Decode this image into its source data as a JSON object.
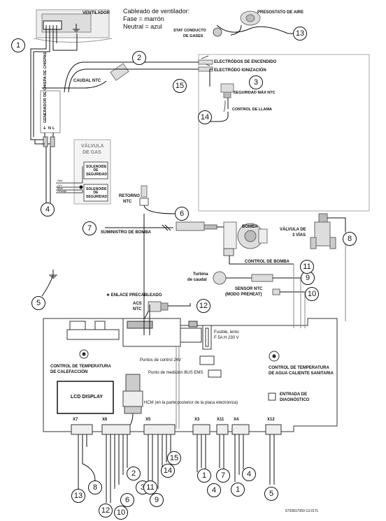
{
  "labels": {
    "fan": "VENTILADOR",
    "fan_wiring_1": "Cableado de ventilador:",
    "fan_wiring_2": "Fase = marrón",
    "fan_wiring_3": "Neutral = azul",
    "air_pressure_switch": "PRESOSTATO DE AIRE",
    "stat_1": "STAT CONDUCTO",
    "stat_2": "DE GASES",
    "flow_ntc": "CAUDAL NTC",
    "ignition_electrodes": "ELECTRÓDOS DE ENCENDIDO",
    "ionization_electrode": "ELECTRÓDO IONIZACIÓN",
    "safety_max": "SEGURIDAD MÁX NTC",
    "flame_control": "CONTROL DE LLAMA",
    "spark_generator": "GENERADOR DE CHISPA DE CHISPAS",
    "gas_valve_1": "VÁLVULA",
    "gas_valve_2": "DE GAS",
    "solenoid_1": "SOLENOIDE DE SEGURIDAD",
    "solenoid_2": "SOLENOIDE DE SEGURIDAD",
    "wire_red": "Red",
    "wire_gy": "G/Y",
    "wire_blue": "Blue",
    "wire_orange": "Orange",
    "return_ntc_1": "RETORNO",
    "return_ntc_2": "NTC",
    "pump_supply": "SUMINISTRO DE BOMBA",
    "pump": "BOMBA",
    "three_way_1": "VÁLVULA DE",
    "three_way_2": "3 VÍAS",
    "pump_control": "CONTROL DE BOMBA",
    "flow_turbine_1": "Turbina",
    "flow_turbine_2": "de caudal",
    "ntc_sensor_1": "SENSOR NTC",
    "ntc_sensor_2": "(MODO PREHEAT)",
    "prewired_link": "∗ ENLACE PRECABLEADO",
    "dhw_ntc_1": "ACS",
    "dhw_ntc_2": "NTC",
    "fuse_1": "Fusible, lento",
    "fuse_2": "F 5A H 230 V",
    "control_points": "Puntos de control 24V",
    "ems_points": "Punto de medición BUS EMS",
    "heating_temp_1": "CONTROL DE TEMPERATURA",
    "heating_temp_2": "DE CALEFACCIÓN",
    "dhw_temp_1": "CONTROL DE TEMPERATURA",
    "dhw_temp_2": "DE AGUA CALIENTE SANITARIA",
    "lcd": "LCD DISPLAY",
    "hcm": "HCM (en la parte posterior de la placa electrónica)",
    "diag_1": "ENTRADA DE",
    "diag_2": "DIAGNÓSTICO",
    "x7": "X7",
    "x6": "X6",
    "x5": "X5",
    "x3": "X3",
    "x11": "X11",
    "x4": "X4",
    "x12": "X12",
    "ground_n": "⏚",
    "n_label": "N",
    "l_label": "L",
    "footer": "6720817050-13.01TL"
  },
  "callouts": [
    "1",
    "2",
    "3",
    "4",
    "5",
    "6",
    "7",
    "8",
    "9",
    "10",
    "11",
    "12",
    "13",
    "14",
    "15"
  ],
  "bottom_callouts": [
    "13",
    "8",
    "12",
    "6",
    "10",
    "3",
    "2",
    "11",
    "9",
    "14",
    "15",
    "1",
    "4",
    "7",
    "1",
    "4",
    "5"
  ]
}
